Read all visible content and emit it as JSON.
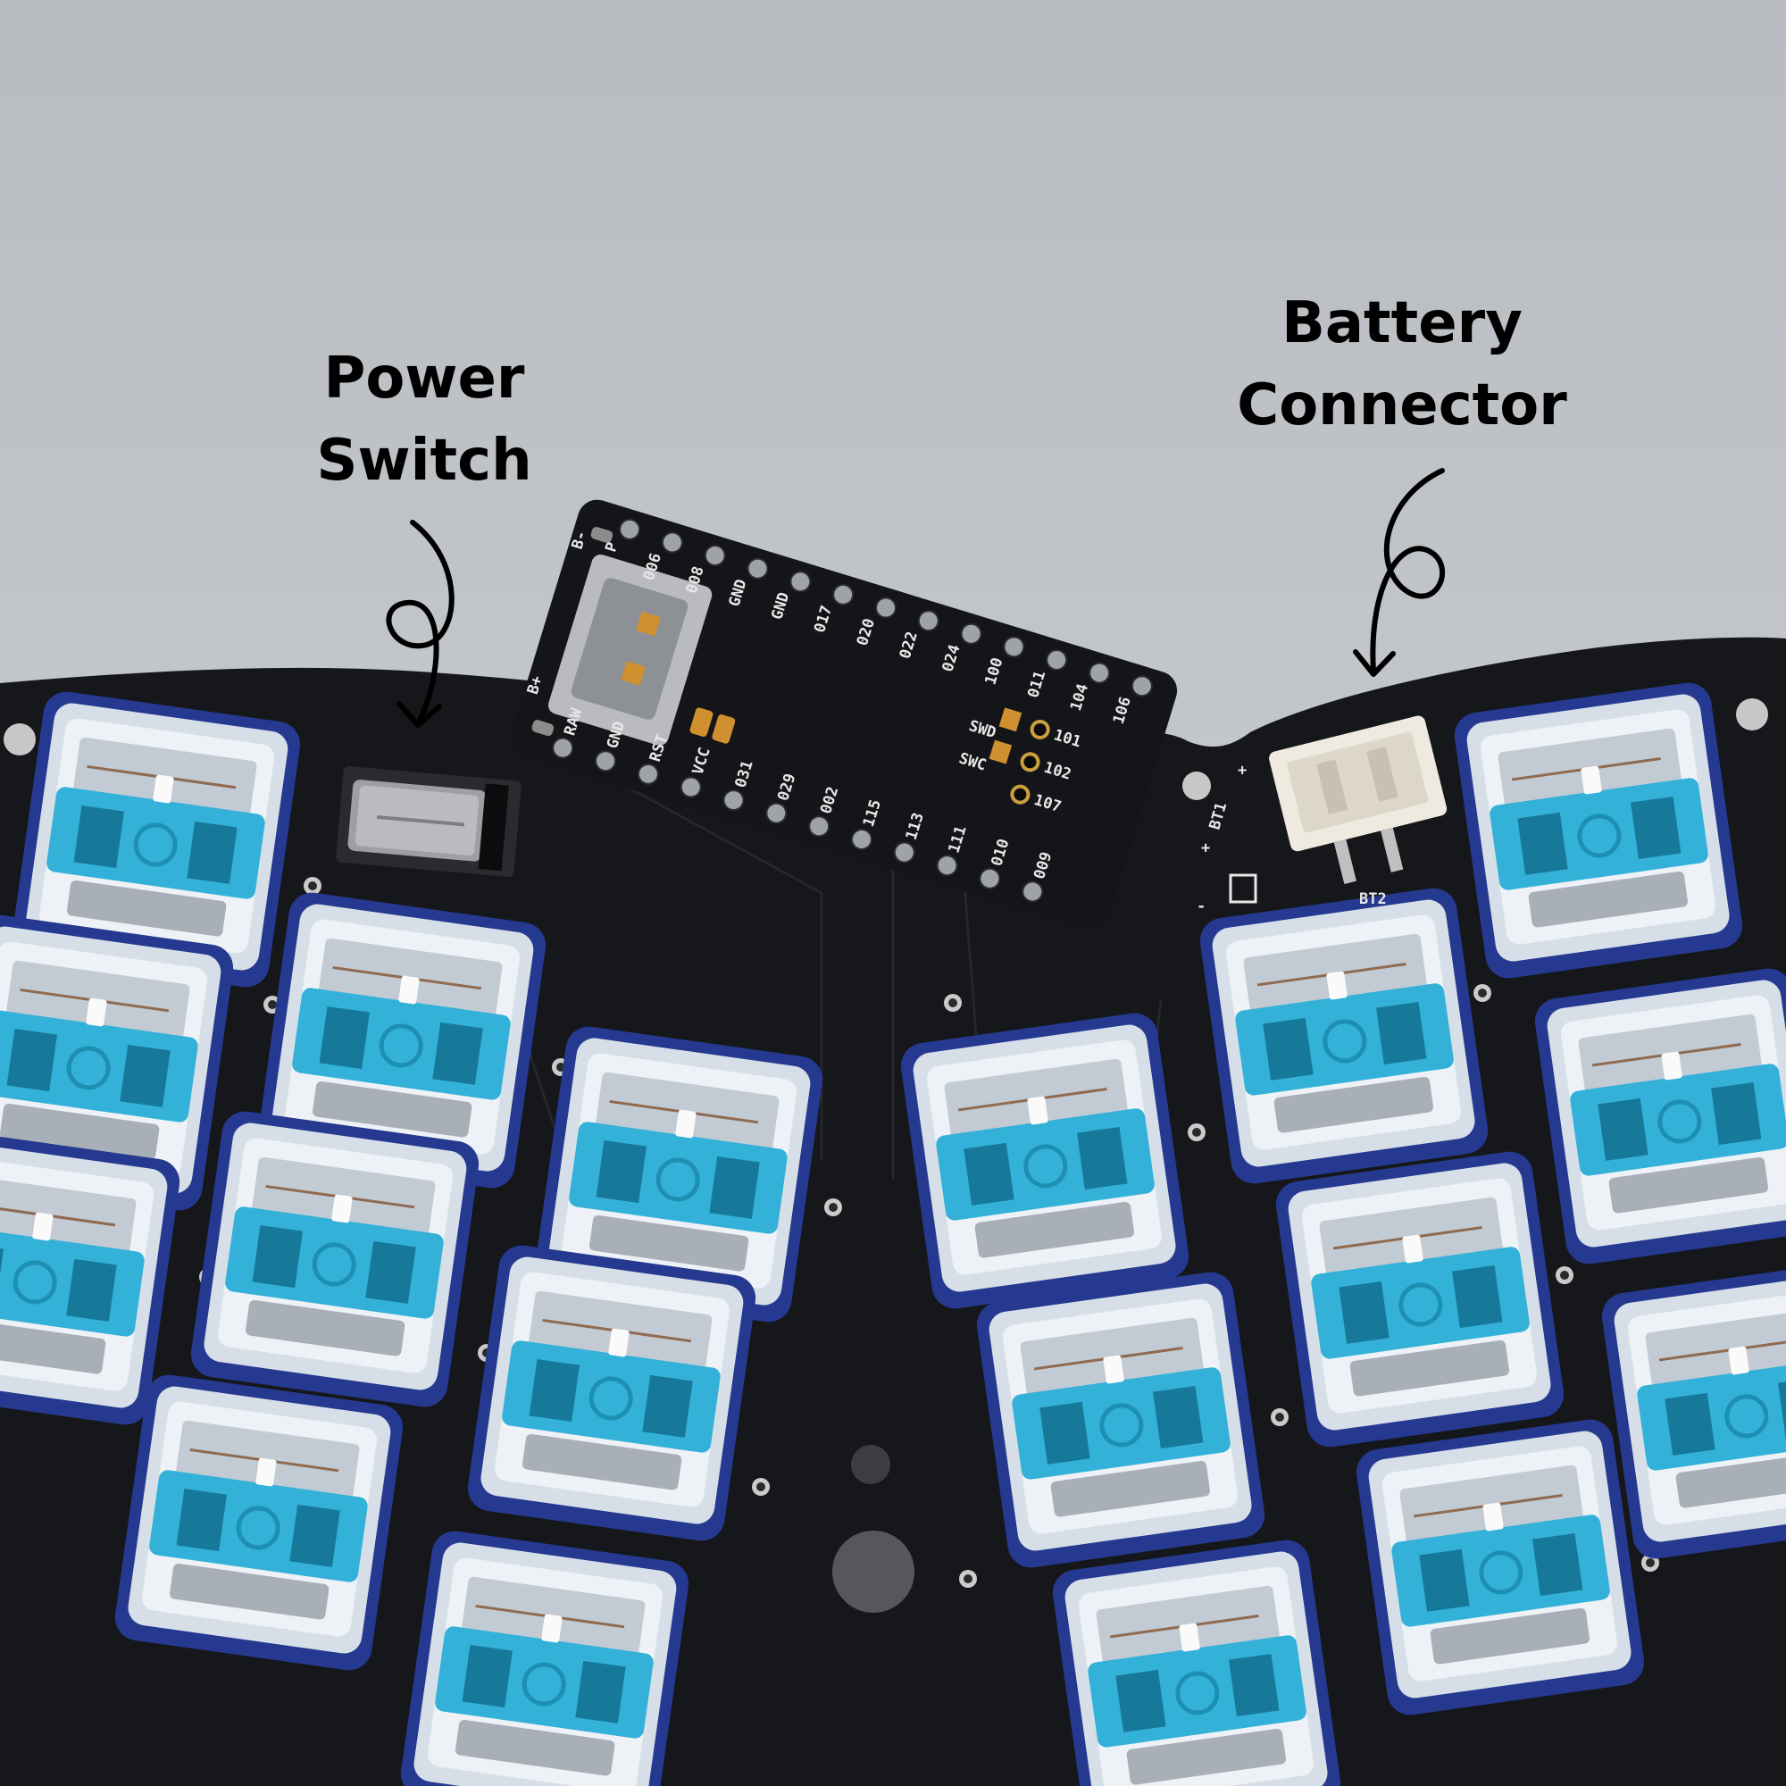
{
  "annotations": {
    "power_switch": {
      "line1": "Power",
      "line2": "Switch"
    },
    "battery_connector": {
      "line1": "Battery",
      "line2": "Connector"
    }
  },
  "microcontroller": {
    "top_pins": [
      "P",
      "006",
      "008",
      "GND",
      "GND",
      "017",
      "020",
      "022",
      "024",
      "100",
      "011",
      "104",
      "106"
    ],
    "bottom_pins": [
      "RAW",
      "GND",
      "RST",
      "VCC",
      "031",
      "029",
      "002",
      "115",
      "113",
      "111",
      "010",
      "009"
    ],
    "left_labels": [
      "B+",
      "B-"
    ],
    "debug_pads": [
      "SWD",
      "SWC"
    ],
    "io_pins": [
      "101",
      "102",
      "107"
    ]
  },
  "pcb_silkscreen": {
    "battery_footprint": "BT1",
    "battery_plus": "+",
    "battery_minus": "-",
    "connector_ref": "BT2",
    "connector_plus": "+"
  },
  "colors": {
    "background": "#c4c7cb",
    "pcb": "#16171a",
    "switch_stem": "#35b4db",
    "switch_base": "#2c3d98",
    "connector": "#efeae0"
  }
}
